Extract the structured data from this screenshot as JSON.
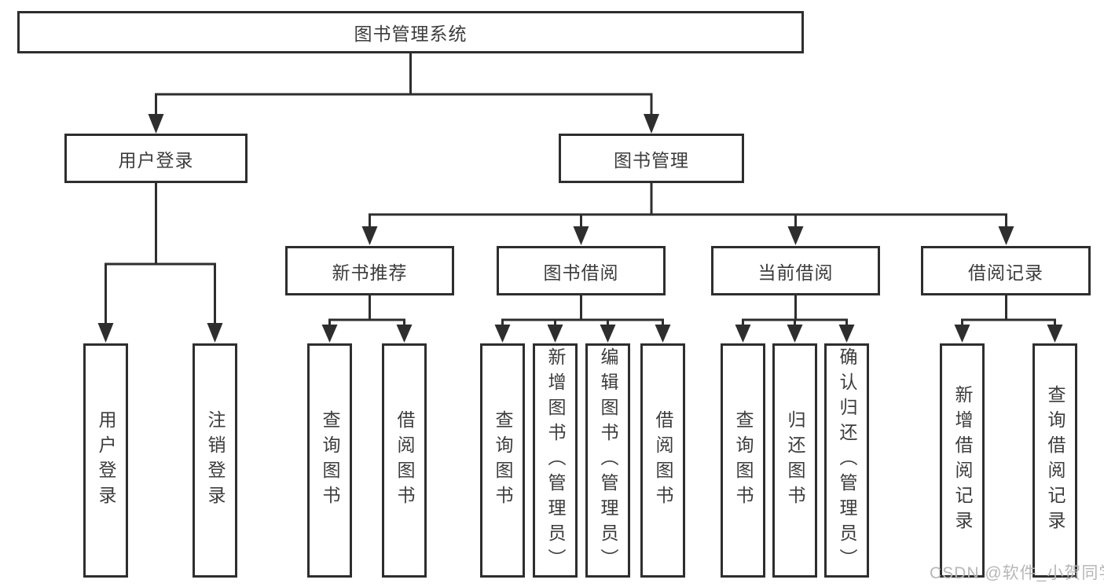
{
  "colors": {
    "line": "#2e2e2e",
    "text": "#3c3c3c",
    "watermark": "#b7b7b7",
    "background": "#ffffff"
  },
  "watermark": {
    "text": "CSDN @软件_小贺同学"
  },
  "diagram": {
    "type": "hierarchy-tree",
    "title": "图书管理系统",
    "tree": {
      "label": "图书管理系统",
      "children": [
        {
          "label": "用户登录",
          "children": [
            {
              "label": "用户登录"
            },
            {
              "label": "注销登录"
            }
          ]
        },
        {
          "label": "图书管理",
          "children": [
            {
              "label": "新书推荐",
              "children": [
                {
                  "label": "查询图书"
                },
                {
                  "label": "借阅图书"
                }
              ]
            },
            {
              "label": "图书借阅",
              "children": [
                {
                  "label": "查询图书"
                },
                {
                  "label": "新增图书（管理员）"
                },
                {
                  "label": "编辑图书（管理员）"
                },
                {
                  "label": "借阅图书"
                }
              ]
            },
            {
              "label": "当前借阅",
              "children": [
                {
                  "label": "查询图书"
                },
                {
                  "label": "归还图书"
                },
                {
                  "label": "确认归还（管理员）"
                }
              ]
            },
            {
              "label": "借阅记录",
              "children": [
                {
                  "label": "新增借阅记录"
                },
                {
                  "label": "查询借阅记录"
                }
              ]
            }
          ]
        }
      ]
    }
  }
}
